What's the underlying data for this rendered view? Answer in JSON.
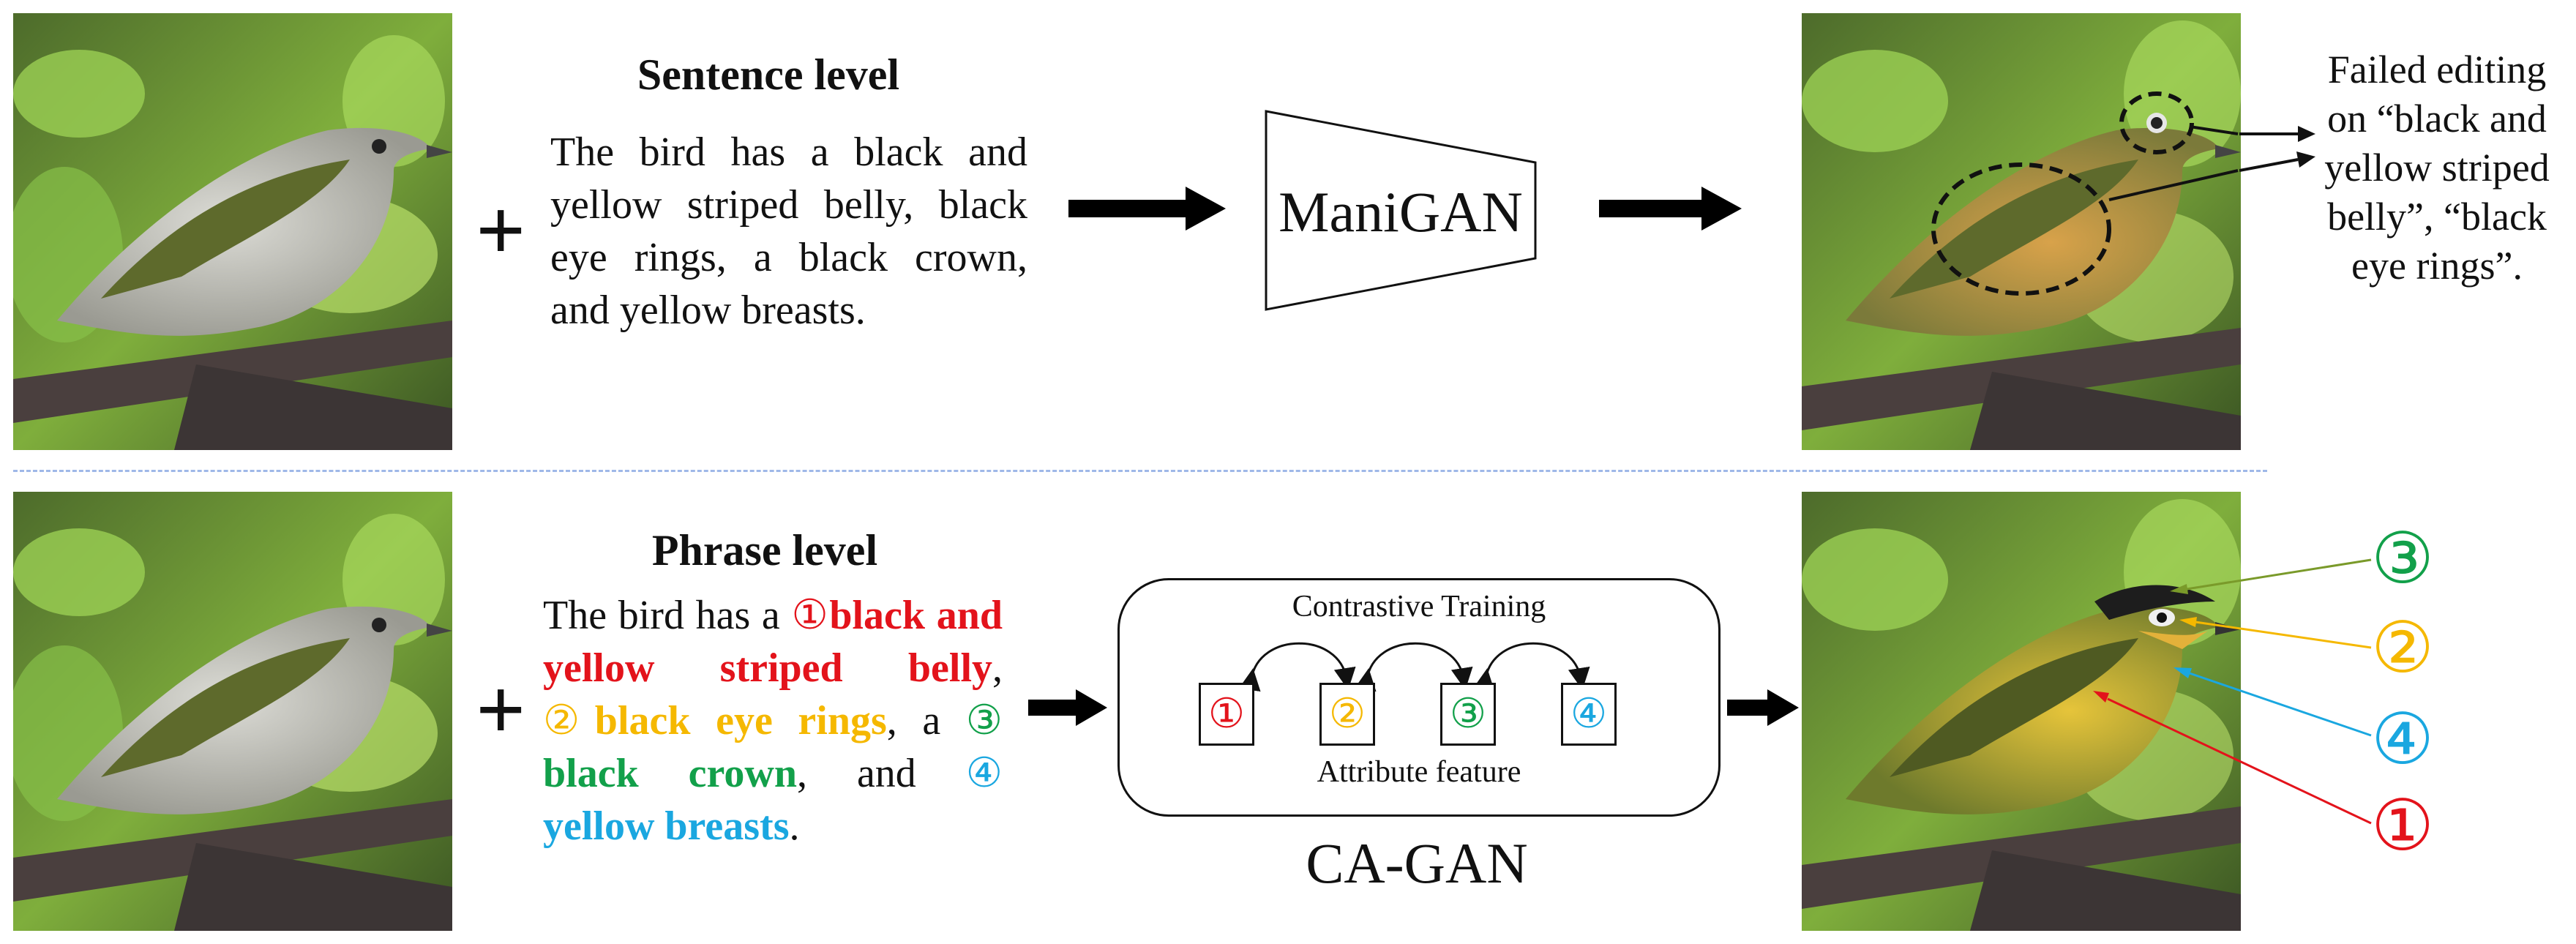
{
  "top": {
    "title": "Sentence level",
    "sentence": "The bird has a black and yellow striped belly, black eye rings, a black crown, and yellow breasts.",
    "model": "ManiGAN",
    "failure_note": "Failed editing on “black and yellow striped belly”, “black eye rings”.",
    "plus": "+"
  },
  "bottom": {
    "title": "Phrase level",
    "plus": "+",
    "phrase": {
      "prefix": "The bird has a ",
      "p1_num": "①",
      "p1": "black and yellow striped belly",
      "sep1": ", ",
      "p2_num": "②",
      "p2": "black eye rings",
      "sep2": ", a ",
      "p3_num": "③",
      "p3": "black crown",
      "sep3": ", and ",
      "p4_num": "④",
      "p4": "yellow breasts",
      "end": "."
    },
    "box_top_label": "Contrastive Training",
    "box_bottom_label": "Attribute feature",
    "attr_nums": [
      "①",
      "②",
      "③",
      "④"
    ],
    "model": "CA-GAN",
    "callouts": [
      "③",
      "②",
      "④",
      "①"
    ]
  },
  "colors": {
    "red": "#e3131b",
    "gold": "#f5b800",
    "green": "#12a04a",
    "blue": "#1aa7e0",
    "olive": "#7a9a2a",
    "divider": "#9fb8e8"
  }
}
